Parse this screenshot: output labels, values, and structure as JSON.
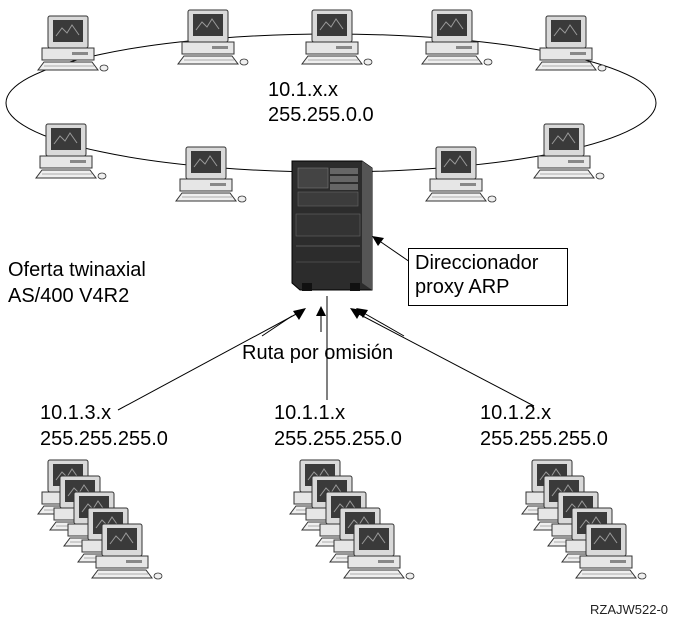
{
  "ring": {
    "network": "10.1.x.x",
    "mask": "255.255.0.0",
    "pc_count": 9
  },
  "server": {
    "offer_line1": "Oferta twinaxial",
    "offer_line2": "AS/400 V4R2",
    "router_line1": "Direccionador",
    "router_line2": "proxy ARP"
  },
  "default_route": "Ruta por omisión",
  "subnets": [
    {
      "network": "10.1.3.x",
      "mask": "255.255.255.0",
      "pc_count": 5
    },
    {
      "network": "10.1.1.x",
      "mask": "255.255.255.0",
      "pc_count": 5
    },
    {
      "network": "10.1.2.x",
      "mask": "255.255.255.0",
      "pc_count": 5
    }
  ],
  "figure_id": "RZAJW522-0"
}
